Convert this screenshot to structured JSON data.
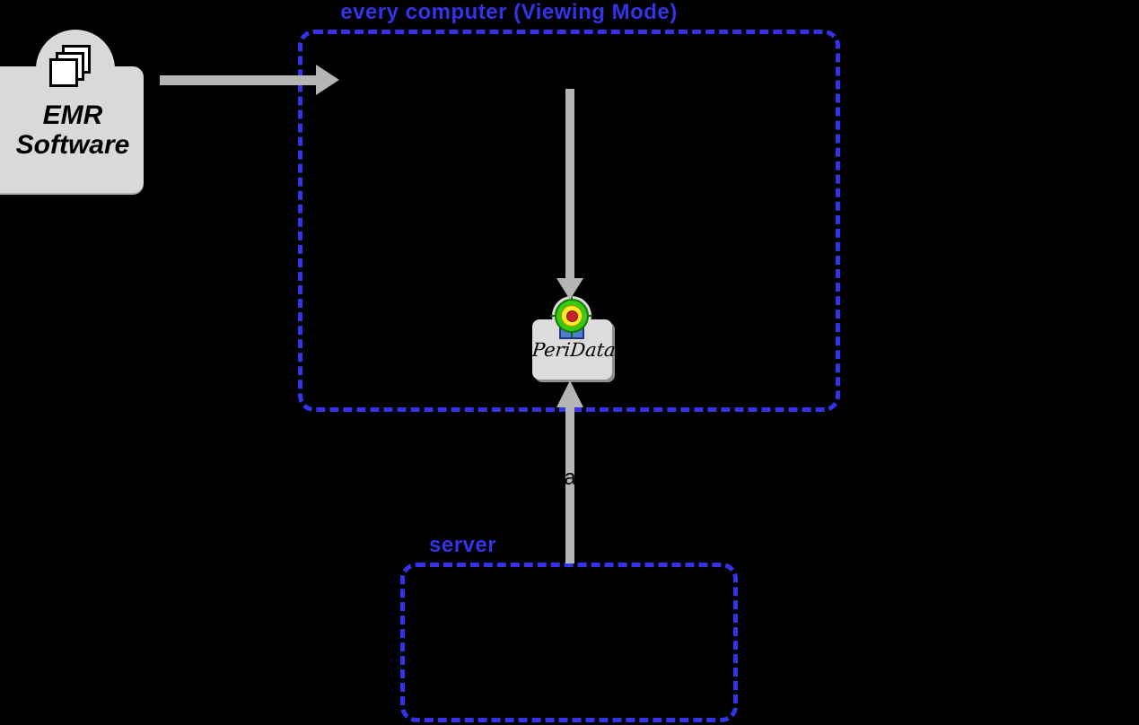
{
  "colors": {
    "background": "#000000",
    "accent_blue": "#3333EA",
    "node_fill_gray": "#D9D9D9",
    "arrow_gray": "#B5B5B5",
    "target_green": "#33CC11",
    "target_yellow": "#FFEE22",
    "target_red": "#CC2222",
    "stand_blue": "#4D7FD0"
  },
  "viewing_box": {
    "title": "every computer (Viewing Mode)"
  },
  "server_box": {
    "label": "server"
  },
  "emr": {
    "label_line1": "EMR",
    "label_line2": "Software",
    "icon": "stacked-pages-icon"
  },
  "peridata": {
    "label": "PeriData",
    "icon": "target-icon"
  },
  "arrows": {
    "server_to_peridata_label": "a"
  }
}
